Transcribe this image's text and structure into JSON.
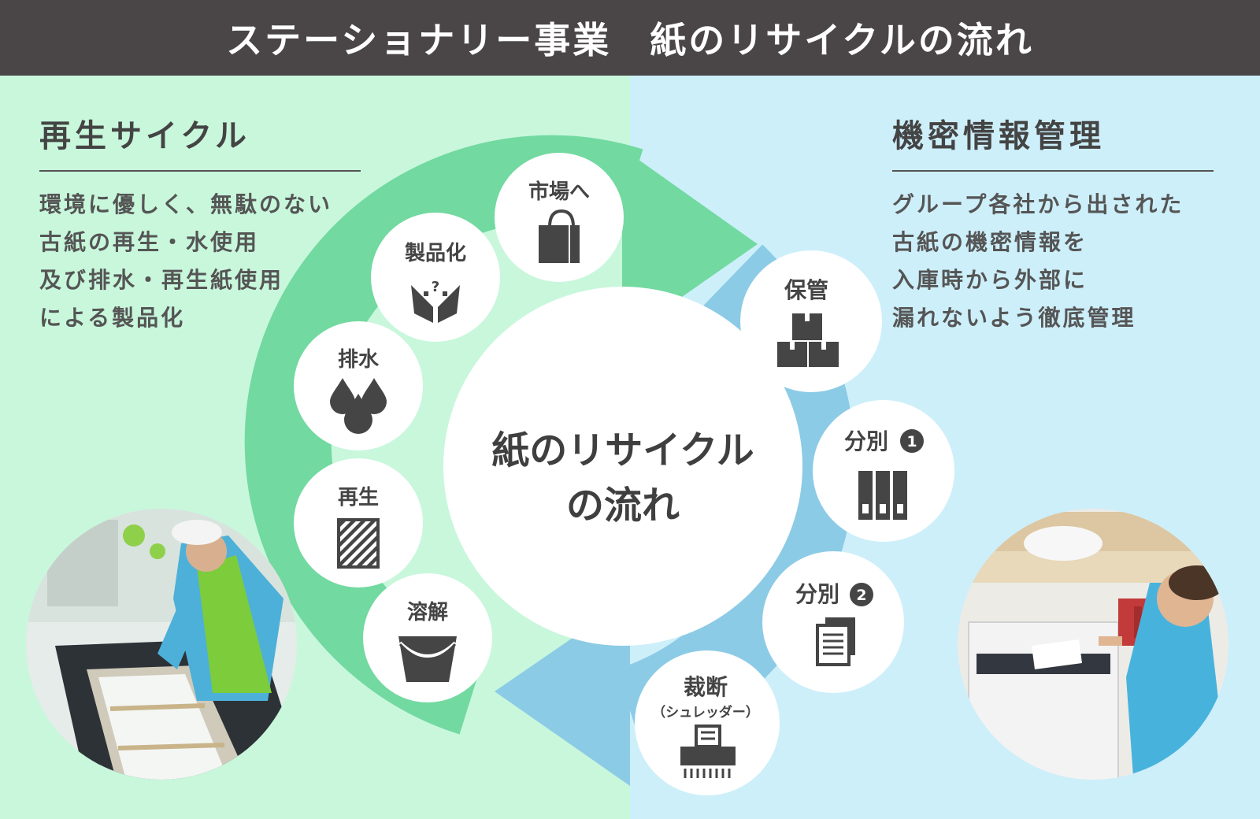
{
  "header": {
    "title": "ステーショナリー事業　紙のリサイクルの流れ"
  },
  "left": {
    "title": "再生サイクル",
    "lines": [
      "環境に優しく、無駄のない",
      "古紙の再生・水使用",
      "及び排水・再生紙使用",
      "による製品化"
    ]
  },
  "right": {
    "title": "機密情報管理",
    "lines": [
      "グループ各社から出された",
      "古紙の機密情報を",
      "入庫時から外部に",
      "漏れないよう徹底管理"
    ]
  },
  "center": {
    "line1": "紙のリサイクル",
    "line2": "の流れ"
  },
  "nodes": {
    "market": {
      "label": "市場へ",
      "icon": "shopping-bag-icon"
    },
    "product": {
      "label": "製品化",
      "icon": "hands-product-icon"
    },
    "drain": {
      "label": "排水",
      "icon": "water-drops-icon"
    },
    "regen": {
      "label": "再生",
      "icon": "hatched-paper-icon"
    },
    "dissolve": {
      "label": "溶解",
      "icon": "bucket-icon"
    },
    "storage": {
      "label": "保管",
      "icon": "boxes-icon"
    },
    "sort1": {
      "label": "分別",
      "badge": "1",
      "icon": "binders-icon"
    },
    "sort2": {
      "label": "分別",
      "badge": "2",
      "icon": "documents-icon"
    },
    "cut": {
      "label": "裁断",
      "sublabel": "（シュレッダー）",
      "icon": "shredder-icon"
    }
  },
  "photos": {
    "left": "factory-worker-photo",
    "right": "shredder-worker-photo"
  },
  "colors": {
    "header": "#4a4546",
    "left_bg": "#c8f7dc",
    "right_bg": "#cdeffa",
    "green": "#72d9a0",
    "blue": "#8ccbe6",
    "icon": "#454545"
  }
}
